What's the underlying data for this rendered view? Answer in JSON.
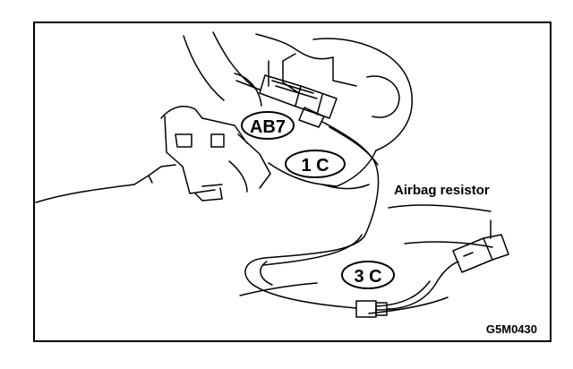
{
  "figure": {
    "labels": {
      "connector_1": "AB7",
      "connector_2": "1 C",
      "connector_3": "3 C",
      "resistor": "Airbag resistor"
    },
    "figure_code": "G5M0430"
  },
  "colors": {
    "ink": "#000000",
    "paper": "#ffffff"
  }
}
